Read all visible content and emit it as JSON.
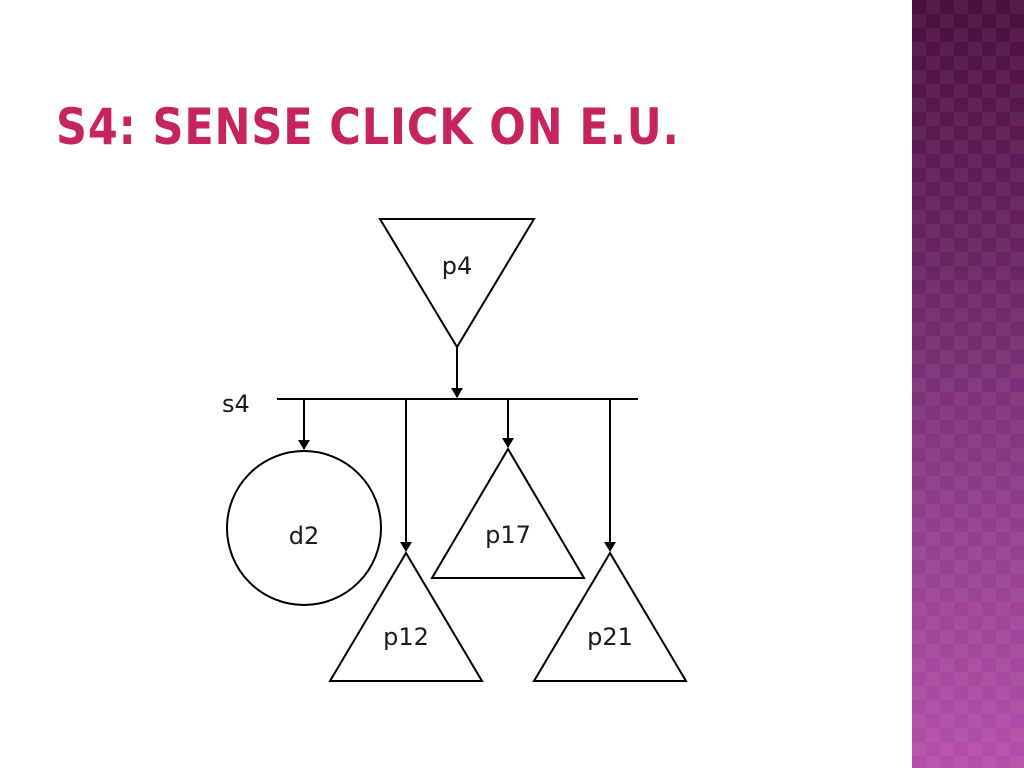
{
  "slide": {
    "title": "S4: SENSE CLICK ON E.U.",
    "title_color": "#c5245e",
    "accent_band_color": "#7a2f78"
  },
  "diagram": {
    "bus_label": "s4",
    "nodes": [
      {
        "id": "p4",
        "label": "p4",
        "shape": "inverted-triangle"
      },
      {
        "id": "d2",
        "label": "d2",
        "shape": "circle"
      },
      {
        "id": "p12",
        "label": "p12",
        "shape": "triangle"
      },
      {
        "id": "p17",
        "label": "p17",
        "shape": "triangle"
      },
      {
        "id": "p21",
        "label": "p21",
        "shape": "triangle"
      }
    ],
    "edges": [
      {
        "from": "p4",
        "to": "s4"
      },
      {
        "from": "s4",
        "to": "d2"
      },
      {
        "from": "s4",
        "to": "p12"
      },
      {
        "from": "s4",
        "to": "p17"
      },
      {
        "from": "s4",
        "to": "p21"
      }
    ]
  }
}
